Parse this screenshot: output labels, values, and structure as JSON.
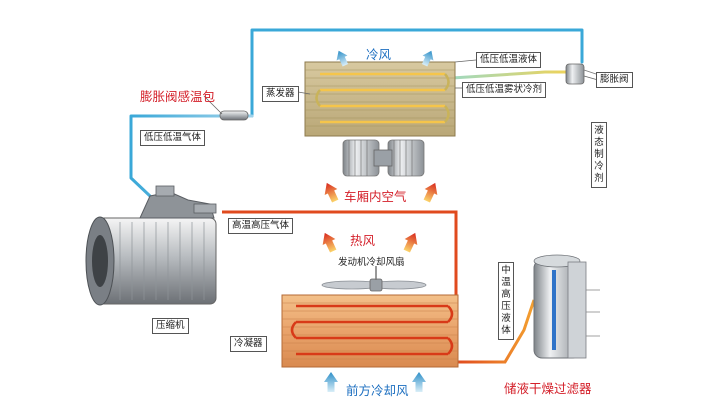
{
  "labels": {
    "cold_air": "冷风",
    "low_pressure_low_temp_liquid": "低压低温液体",
    "expansion_valve": "膨胀阀",
    "low_pressure_low_temp_mist_refrigerant": "低压低温雾状冷剂",
    "expansion_valve_bulb": "膨胀阀感温包",
    "evaporator": "蒸发器",
    "low_pressure_low_temp_gas": "低压低温气体",
    "liquid_refrigerant": "液态制冷剂",
    "cabin_air": "车厢内空气",
    "high_temp_high_pressure_gas": "高温高压气体",
    "hot_air": "热风",
    "engine_cooling_fan": "发动机冷却风扇",
    "medium_temp_high_pressure_liquid": "中温高压液体",
    "compressor": "压缩机",
    "condenser": "冷凝器",
    "front_cooling_air": "前方冷却风",
    "receiver_drier": "储液干燥过滤器"
  },
  "colors": {
    "cold_line": "#3aa8d8",
    "hot_line": "#e04a1e",
    "warm_line": "#f0a030",
    "label_red": "#d4202a",
    "label_blue": "#1d6fc0"
  }
}
